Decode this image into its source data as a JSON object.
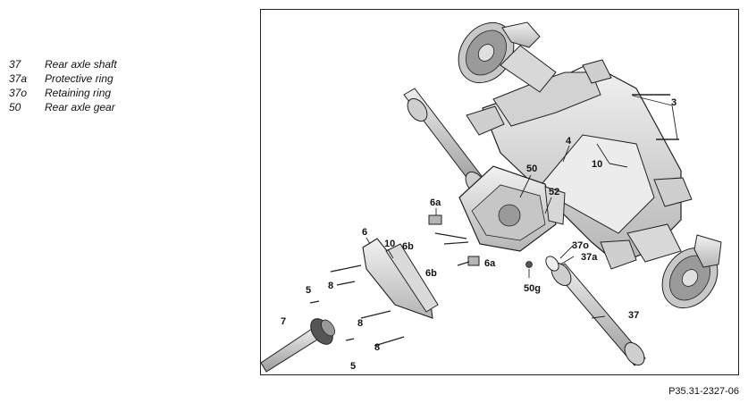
{
  "legend": [
    {
      "code": "37",
      "text": "Rear axle shaft"
    },
    {
      "code": "37a",
      "text": "Protective ring"
    },
    {
      "code": "37o",
      "text": "Retaining ring"
    },
    {
      "code": "50",
      "text": "Rear axle gear"
    }
  ],
  "callouts": {
    "c3": "3",
    "c4": "4",
    "c10a": "10",
    "c50": "50",
    "c52": "52",
    "c6a_top": "6a",
    "c6b_top": "6b",
    "c6": "6",
    "c10b": "10",
    "c6b_low": "6b",
    "c6a_low": "6a",
    "c5_top": "5",
    "c8_a": "8",
    "c7": "7",
    "c8_b": "8",
    "c8_c": "8",
    "c5_low": "5",
    "c50g": "50g",
    "c37o": "37o",
    "c37a": "37a",
    "c37": "37"
  },
  "figure_id": "P35.31-2327-06",
  "colors": {
    "line": "#222222",
    "part_fill": "#d9d9d9",
    "part_shade": "#a6a6a6",
    "dark": "#444444"
  }
}
